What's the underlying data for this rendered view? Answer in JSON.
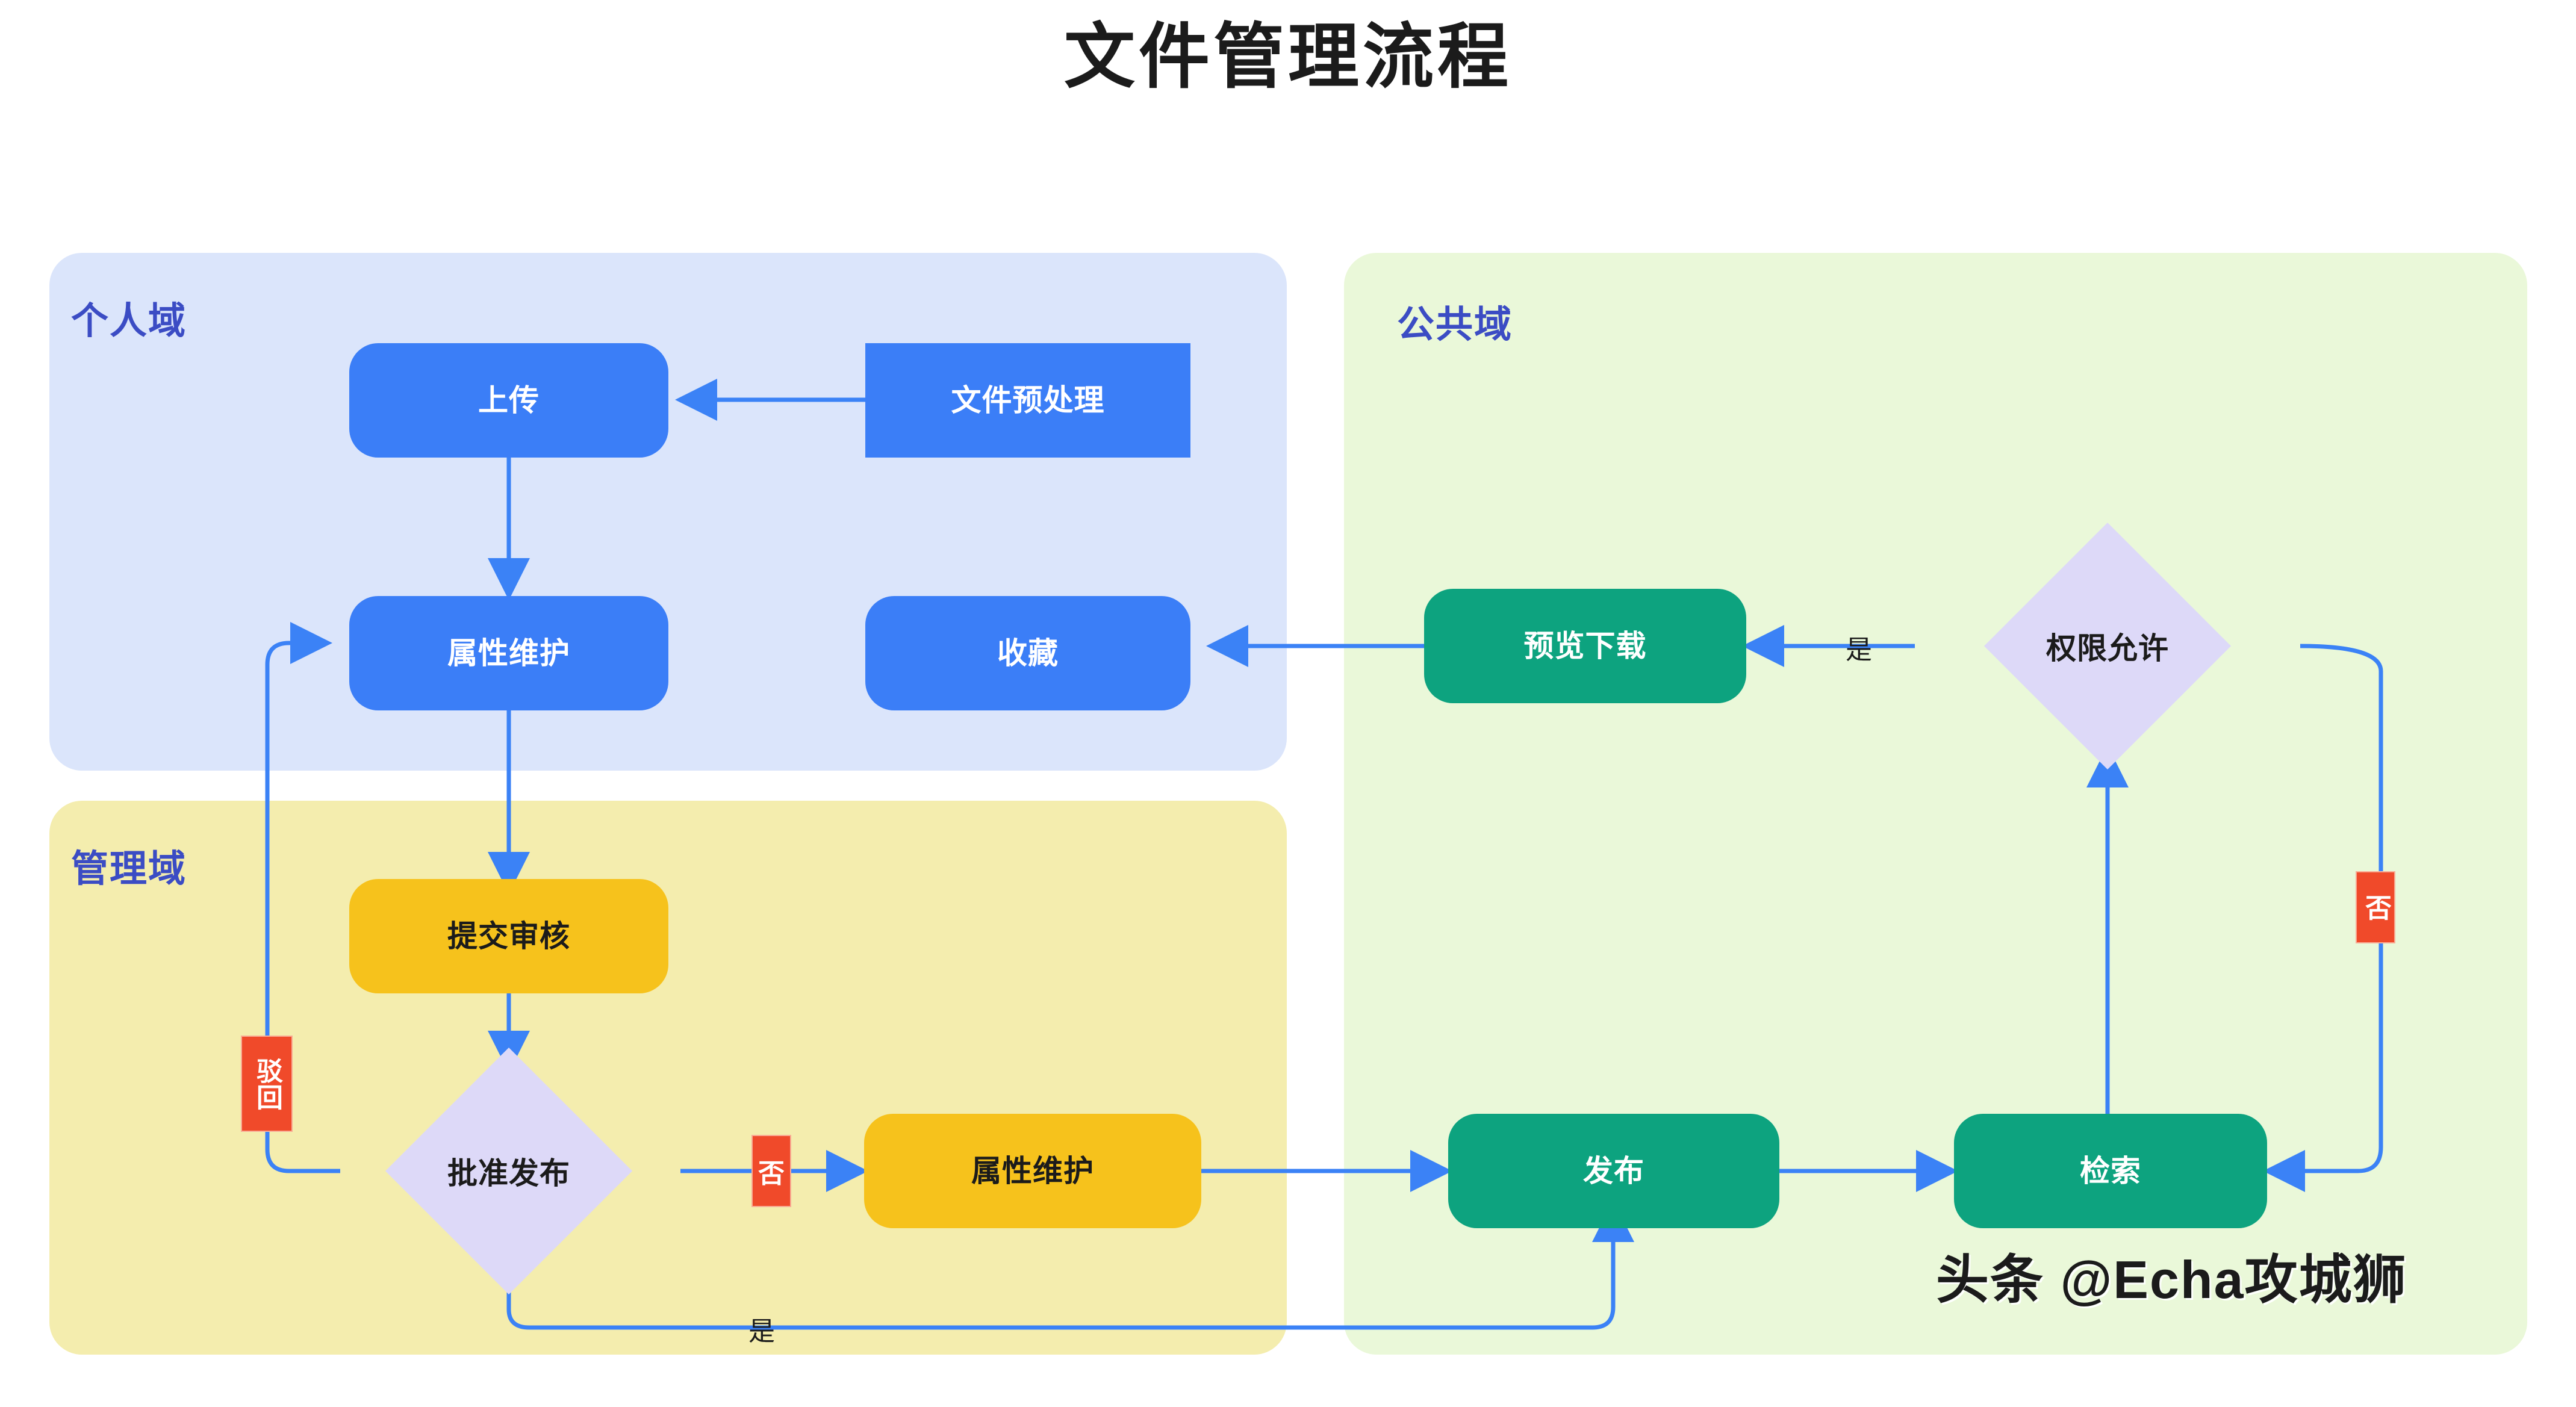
{
  "title": "文件管理流程",
  "lanes": [
    {
      "id": "personal",
      "label": "个人域",
      "color": "#dbe5fb"
    },
    {
      "id": "manage",
      "label": "管理域",
      "color": "#f4edae"
    },
    {
      "id": "public",
      "label": "公共域",
      "color": "#eaf8d9"
    }
  ],
  "nodes": {
    "upload": {
      "label": "上传",
      "shape": "rounded",
      "color": "#3b7ef7",
      "lane": "personal"
    },
    "preprocess": {
      "label": "文件预处理",
      "shape": "rect",
      "color": "#3b7ef7",
      "lane": "personal"
    },
    "attr_personal": {
      "label": "属性维护",
      "shape": "rounded",
      "color": "#3b7ef7",
      "lane": "personal"
    },
    "favorite": {
      "label": "收藏",
      "shape": "rounded",
      "color": "#3b7ef7",
      "lane": "personal"
    },
    "submit_review": {
      "label": "提交审核",
      "shape": "rounded",
      "color": "#f6c21c",
      "lane": "manage"
    },
    "approve": {
      "label": "批准发布",
      "shape": "diamond",
      "color": "#ddd9f8",
      "lane": "manage"
    },
    "attr_manage": {
      "label": "属性维护",
      "shape": "rounded",
      "color": "#f6c21c",
      "lane": "manage"
    },
    "preview_dl": {
      "label": "预览下载",
      "shape": "rounded",
      "color": "#0da37f",
      "lane": "public"
    },
    "permission": {
      "label": "权限允许",
      "shape": "diamond",
      "color": "#ddd9f8",
      "lane": "public"
    },
    "publish": {
      "label": "发布",
      "shape": "rounded",
      "color": "#0da37f",
      "lane": "public"
    },
    "search": {
      "label": "检索",
      "shape": "rounded",
      "color": "#0da37f",
      "lane": "public"
    }
  },
  "edge_labels": {
    "reject": {
      "text": "驳回",
      "style": "badge",
      "color": "#f04a2a"
    },
    "approve_no": {
      "text": "否",
      "style": "badge",
      "color": "#f04a2a"
    },
    "approve_yes": {
      "text": "是",
      "style": "plain",
      "color": "#1b1b1b"
    },
    "permission_yes": {
      "text": "是",
      "style": "plain",
      "color": "#1b1b1b"
    },
    "permission_no": {
      "text": "否",
      "style": "badge",
      "color": "#f04a2a"
    }
  },
  "edges": [
    {
      "from": "preprocess",
      "to": "upload",
      "label": null
    },
    {
      "from": "upload",
      "to": "attr_personal",
      "label": null
    },
    {
      "from": "attr_personal",
      "to": "submit_review",
      "label": null
    },
    {
      "from": "submit_review",
      "to": "approve",
      "label": null
    },
    {
      "from": "approve",
      "to": "attr_personal",
      "label": "驳回"
    },
    {
      "from": "approve",
      "to": "attr_manage",
      "label": "否"
    },
    {
      "from": "approve",
      "to": "publish",
      "label": "是"
    },
    {
      "from": "attr_manage",
      "to": "publish",
      "label": null
    },
    {
      "from": "publish",
      "to": "search",
      "label": null
    },
    {
      "from": "search",
      "to": "permission",
      "label": null
    },
    {
      "from": "permission",
      "to": "preview_dl",
      "label": "是"
    },
    {
      "from": "permission",
      "to": "search",
      "label": "否"
    },
    {
      "from": "preview_dl",
      "to": "favorite",
      "label": null
    }
  ],
  "colors": {
    "edge_line": "#3b82f6",
    "lane_label": "#3b4cc4",
    "badge_bg": "#f04a2a",
    "diamond": "#ddd9f8"
  },
  "watermark": "头条 @Echa攻城狮"
}
